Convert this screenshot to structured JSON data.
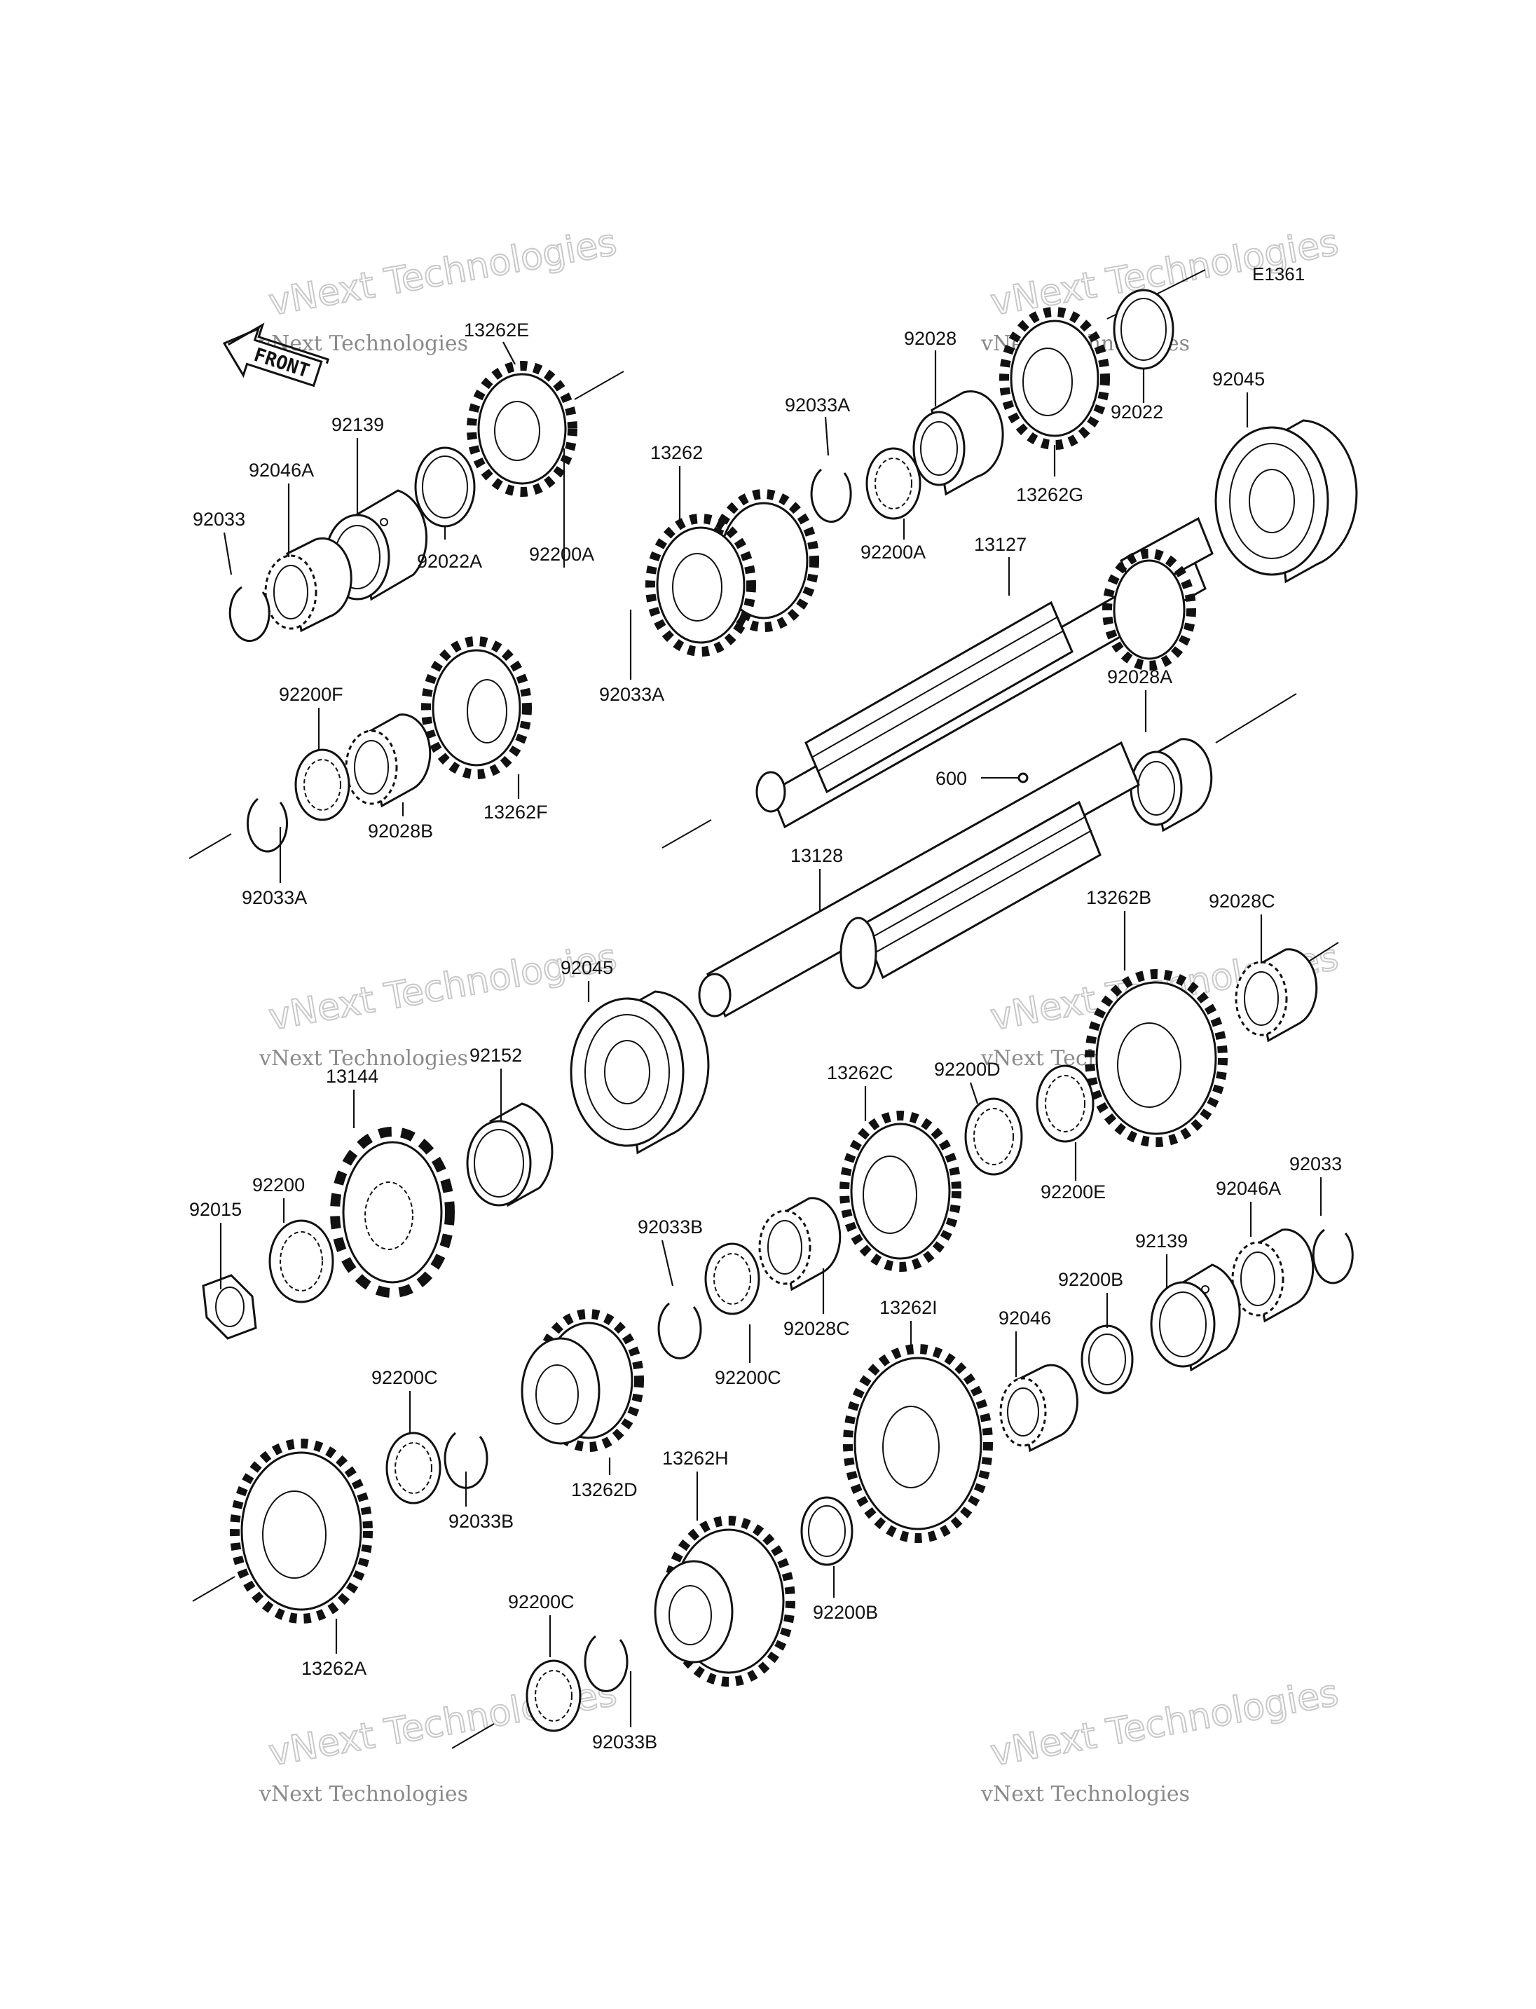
{
  "diagram": {
    "code": "E1361",
    "front_label": "FRONT",
    "watermark": {
      "line1": "vNext Technologies",
      "line2": "vNext Technologies"
    },
    "parts": [
      {
        "id": "p0",
        "label": "13262E"
      },
      {
        "id": "p1",
        "label": "92139"
      },
      {
        "id": "p2",
        "label": "92046A"
      },
      {
        "id": "p3",
        "label": "92033"
      },
      {
        "id": "p4",
        "label": "92022A"
      },
      {
        "id": "p5",
        "label": "92028"
      },
      {
        "id": "p6",
        "label": "92033A"
      },
      {
        "id": "p7",
        "label": "13262"
      },
      {
        "id": "p8",
        "label": "92200A"
      },
      {
        "id": "p9",
        "label": "13262G"
      },
      {
        "id": "p10",
        "label": "92022"
      },
      {
        "id": "p11",
        "label": "92045"
      },
      {
        "id": "p12",
        "label": "13127"
      },
      {
        "id": "p13",
        "label": "92200A"
      },
      {
        "id": "p14",
        "label": "92033A"
      },
      {
        "id": "p15",
        "label": "92200F"
      },
      {
        "id": "p16",
        "label": "92028B"
      },
      {
        "id": "p17",
        "label": "13262F"
      },
      {
        "id": "p18",
        "label": "92033A"
      },
      {
        "id": "p19",
        "label": "92028A"
      },
      {
        "id": "p20",
        "label": "600"
      },
      {
        "id": "p21",
        "label": "13128"
      },
      {
        "id": "p22",
        "label": "13262B"
      },
      {
        "id": "p23",
        "label": "92028C"
      },
      {
        "id": "p24",
        "label": "92045"
      },
      {
        "id": "p25",
        "label": "92152"
      },
      {
        "id": "p26",
        "label": "13144"
      },
      {
        "id": "p27",
        "label": "92200D"
      },
      {
        "id": "p28",
        "label": "13262C"
      },
      {
        "id": "p29",
        "label": "92200E"
      },
      {
        "id": "p30",
        "label": "92033"
      },
      {
        "id": "p31",
        "label": "92046A"
      },
      {
        "id": "p32",
        "label": "92200"
      },
      {
        "id": "p33",
        "label": "92015"
      },
      {
        "id": "p34",
        "label": "92033B"
      },
      {
        "id": "p35",
        "label": "92028C"
      },
      {
        "id": "p36",
        "label": "92200C"
      },
      {
        "id": "p37",
        "label": "92139"
      },
      {
        "id": "p38",
        "label": "92200B"
      },
      {
        "id": "p39",
        "label": "13262I"
      },
      {
        "id": "p40",
        "label": "92046"
      },
      {
        "id": "p41",
        "label": "92200C"
      },
      {
        "id": "p42",
        "label": "92033B"
      },
      {
        "id": "p43",
        "label": "13262D"
      },
      {
        "id": "p44",
        "label": "13262H"
      },
      {
        "id": "p45",
        "label": "13262A"
      },
      {
        "id": "p46",
        "label": "92200B"
      },
      {
        "id": "p47",
        "label": "92200C"
      },
      {
        "id": "p48",
        "label": "92033B"
      }
    ]
  }
}
